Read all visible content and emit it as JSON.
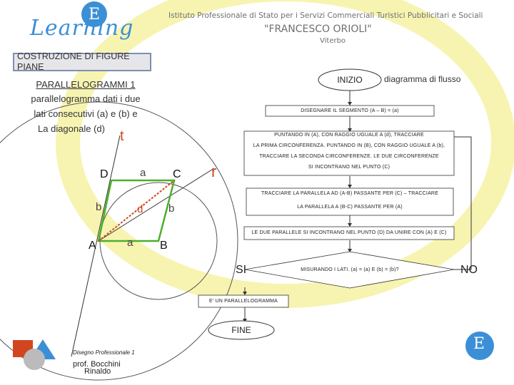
{
  "header": {
    "logo_text": "Learning",
    "logo_badge": "E",
    "institute_line": "Istituto Professionale di Stato per i Servizi Commerciali Turistici Pubblicitari e Sociali",
    "school_name": "\"FRANCESCO ORIOLI\"",
    "city": "Viterbo"
  },
  "title": {
    "line1": "COSTRUZIONE DI FIGURE",
    "line2": "PIANE"
  },
  "description": {
    "subtitle": "PARALLELOGRAMMI 1",
    "line1": "parallelogramma dati i due",
    "line2": "lati consecutivi (a) e (b) e",
    "line3": "La diagonale (d)"
  },
  "geometry": {
    "label_t": "t",
    "label_r": "r",
    "vertex_A": "A",
    "vertex_B": "B",
    "vertex_C": "C",
    "vertex_D": "D",
    "side_a_top": "a",
    "side_a_bottom": "a",
    "side_b_left": "b",
    "side_b_right": "b",
    "diag_d": "d"
  },
  "flowchart": {
    "title": "diagramma di flusso",
    "start": "INIZIO",
    "step1": "DISEGNARE IL SEGMENTO (A – B) = (a)",
    "step2_line1": "PUNTANDO IN (A), CON RAGGIO UGUALE A (d), TRACCIARE",
    "step2_line2": "LA PRIMA CIRCONFERENZA. PUNTANDO IN (B), CON RAGGIO UGUALE A (b),",
    "step2_line3": "TRACCIARE LA SECONDA CIRCONFERENZE. LE DUE CIRCONFERENZE",
    "step2_line4": "SI INCONTRANO NEL PUNTO (C)",
    "step3_line1": "TRACCIARE LA PARALLELA AD (A-B) PASSANTE PER (C) – TRACCIARE",
    "step3_line2": "LA PARALLELA A (B-C) PASSANTE PER (A)",
    "step4": "LE DUE PARALLELE SI INCONTRANO NEL PUNTO (D) DA UNIRE CON (A) E (C)",
    "decision": "MISURANDO I LATI. (a) = (a) E (b) = (b)?",
    "yes": "SI",
    "no": "NO",
    "result": "E' UN PARALLELOGRAMMA",
    "end": "FINE"
  },
  "footer": {
    "drawing": "Disegno Professionale 1",
    "author_line1": "prof. Bocchini",
    "author_line2": "Rinaldo",
    "badge": "E"
  },
  "colors": {
    "yellow_ring": "#f6f3a8",
    "logo_blue": "#3b8fd6",
    "parallelogram": "#4caf2c",
    "diagonal": "#d2461f",
    "title_box": "#e6e6ea"
  }
}
